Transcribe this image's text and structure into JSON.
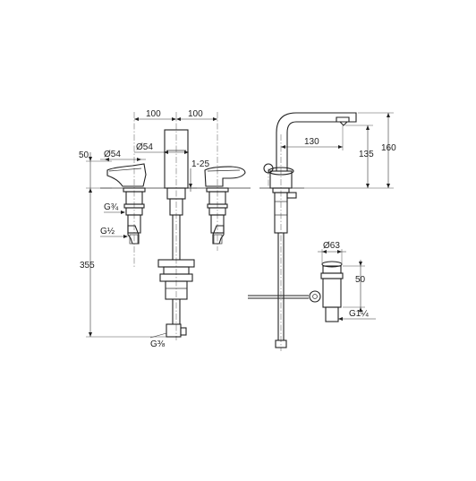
{
  "dimensions": {
    "front_spacing_left": "100",
    "front_spacing_right": "100",
    "handle_dia_left": "Ø54",
    "spout_dia": "Ø54",
    "deck_thickness": "1-25",
    "handle_height": "50",
    "thread_g34": "G¾",
    "thread_g12": "G½",
    "total_height": "355",
    "thread_g38": "G⅜",
    "spout_reach": "130",
    "spout_height_outlet": "135",
    "spout_height_total": "160",
    "waste_dia": "Ø63",
    "waste_height": "50",
    "waste_thread": "G1¼"
  }
}
